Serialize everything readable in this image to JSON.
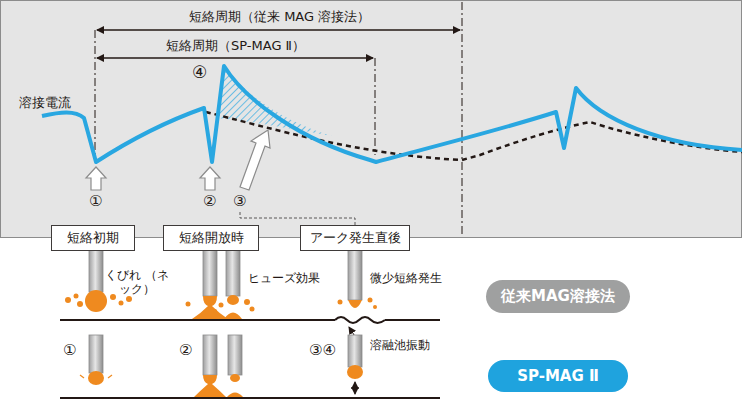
{
  "diagram": {
    "nodes": [
      {
        "text": [
          "短絡初期"
        ]
      },
      {
        "text": [
          "短絡開放時"
        ]
      },
      {
        "text": [
          "アーク発生直後"
        ]
      },
      {
        "text": [
          "従来MAG溶接法"
        ]
      },
      {
        "text": [
          "SP-MAG Ⅱ"
        ]
      }
    ],
    "labels": [
      "短絡周期（従来 MAG 溶接法）",
      "短絡周期（SP-MAG Ⅱ）",
      "④",
      "溶接電流",
      "①",
      "②",
      "③",
      "くびれ （ネック）",
      "ヒューズ効果",
      "微少短絡発生",
      "溶融池振動",
      "①",
      "②",
      "③④"
    ]
  }
}
